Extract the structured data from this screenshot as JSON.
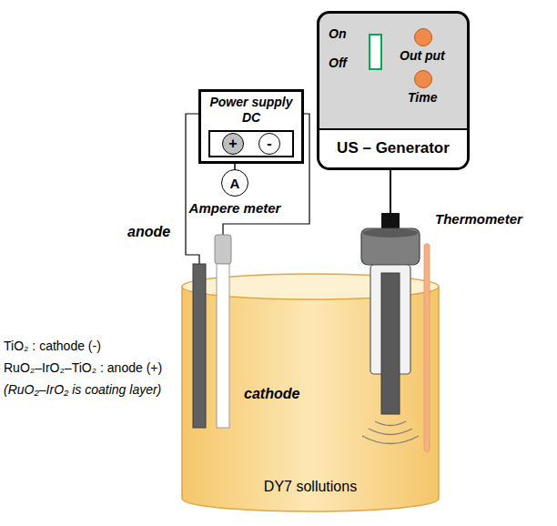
{
  "diagram": {
    "nodes": [
      {
        "text": [
          "On",
          "Off",
          "Out put",
          "Time",
          "US – Generator"
        ]
      },
      {
        "text": [
          "Power supply DC"
        ]
      },
      {
        "text": [
          "+"
        ],
        "in": 1
      },
      {
        "text": [
          "-"
        ],
        "in": 1
      },
      {
        "text": [
          "A",
          "Ampere meter"
        ]
      }
    ],
    "edges": [
      {
        "from": 1,
        "to": 4,
        "arrow": "none"
      }
    ],
    "labels": [
      "Thermometer",
      "anode",
      "TiO₂ : cathode (-)",
      "RuO₂–IrO₂–TiO₂ : anode (+)",
      "(RuO₂–IrO₂ is coating layer)",
      "cathode",
      "DY7 sollutions"
    ]
  }
}
